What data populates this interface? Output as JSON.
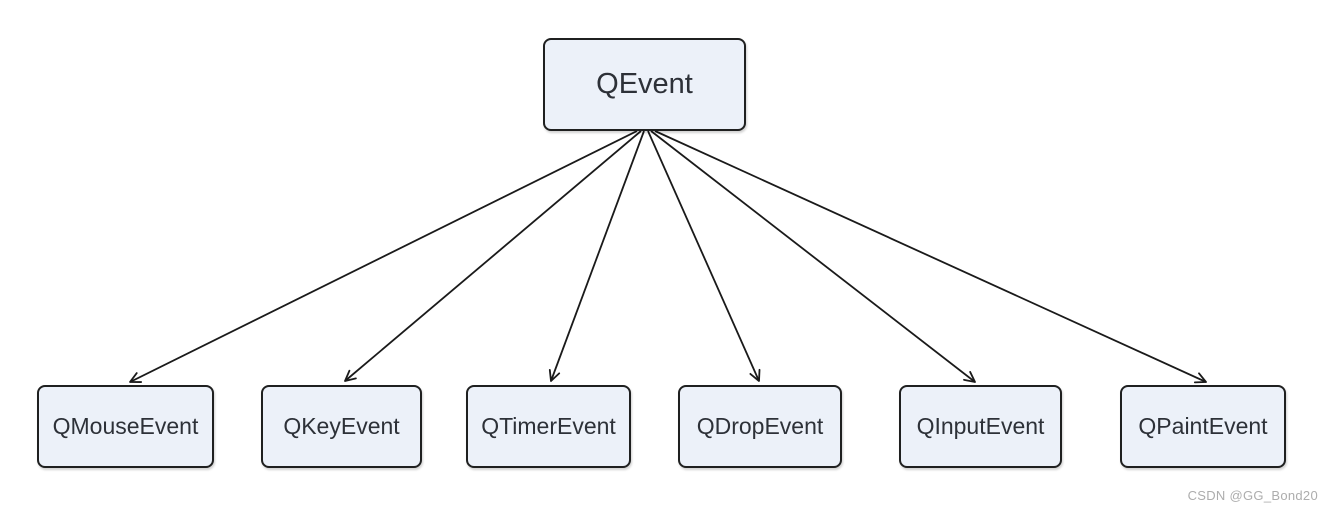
{
  "diagram": {
    "type": "tree",
    "root": {
      "id": "qevent",
      "label": "QEvent"
    },
    "children": [
      {
        "id": "qmouseevent",
        "label": "QMouseEvent"
      },
      {
        "id": "qkeyevent",
        "label": "QKeyEvent"
      },
      {
        "id": "qtimerevent",
        "label": "QTimerEvent"
      },
      {
        "id": "qdropevent",
        "label": "QDropEvent"
      },
      {
        "id": "qinputevent",
        "label": "QInputEvent"
      },
      {
        "id": "qpaintevent",
        "label": "QPaintEvent"
      }
    ],
    "edges": [
      {
        "from": "qevent",
        "to": "qmouseevent"
      },
      {
        "from": "qevent",
        "to": "qkeyevent"
      },
      {
        "from": "qevent",
        "to": "qtimerevent"
      },
      {
        "from": "qevent",
        "to": "qdropevent"
      },
      {
        "from": "qevent",
        "to": "qinputevent"
      },
      {
        "from": "qevent",
        "to": "qpaintevent"
      }
    ],
    "colors": {
      "node_fill": "#ECF1F9",
      "node_border": "#1F2020",
      "node_text": "#2D3138",
      "arrow": "#1A1A1A"
    }
  },
  "watermark": {
    "text": "CSDN @GG_Bond20"
  }
}
